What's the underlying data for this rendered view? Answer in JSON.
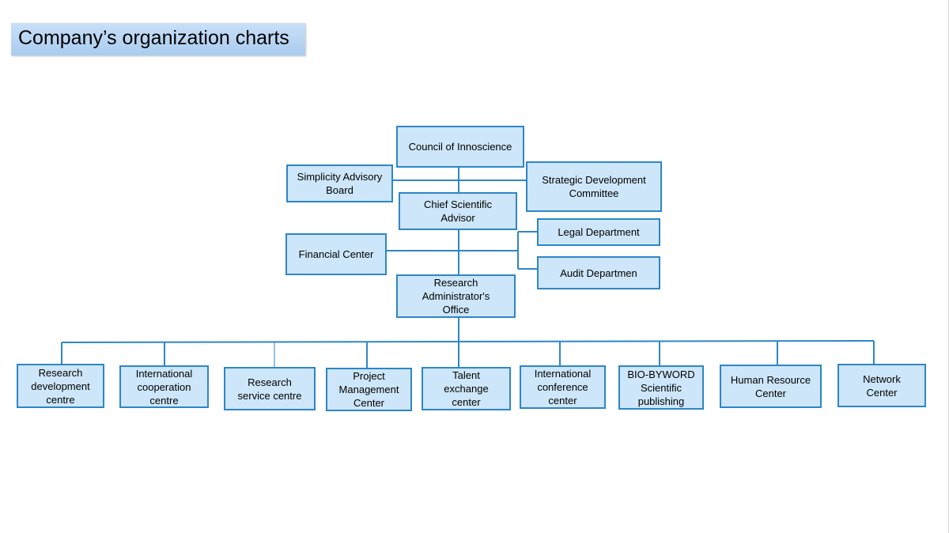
{
  "title": "Company’s organization charts",
  "colors": {
    "box_fill": "#cde6f9",
    "box_border": "#2e86c7",
    "connector": "#2e86c7",
    "title_banner": "#b4d3f2"
  },
  "nodes": {
    "council": "Council of Innoscience",
    "simplicity": "Simplicity Advisory Board",
    "strategic": "Strategic Development Committee",
    "chief": "Chief Scientific Advisor",
    "legal": "Legal Department",
    "financial": "Financial Center",
    "audit": "Audit Departmen",
    "research_admin": "Research Administrator's Office"
  },
  "departments": [
    "Research development centre",
    "International cooperation centre",
    "Research service centre",
    "Project Management Center",
    "Talent exchange center",
    "International conference center",
    "BIO-BYWORD Scientific publishing",
    "Human Resource Center",
    "Network Center"
  ]
}
